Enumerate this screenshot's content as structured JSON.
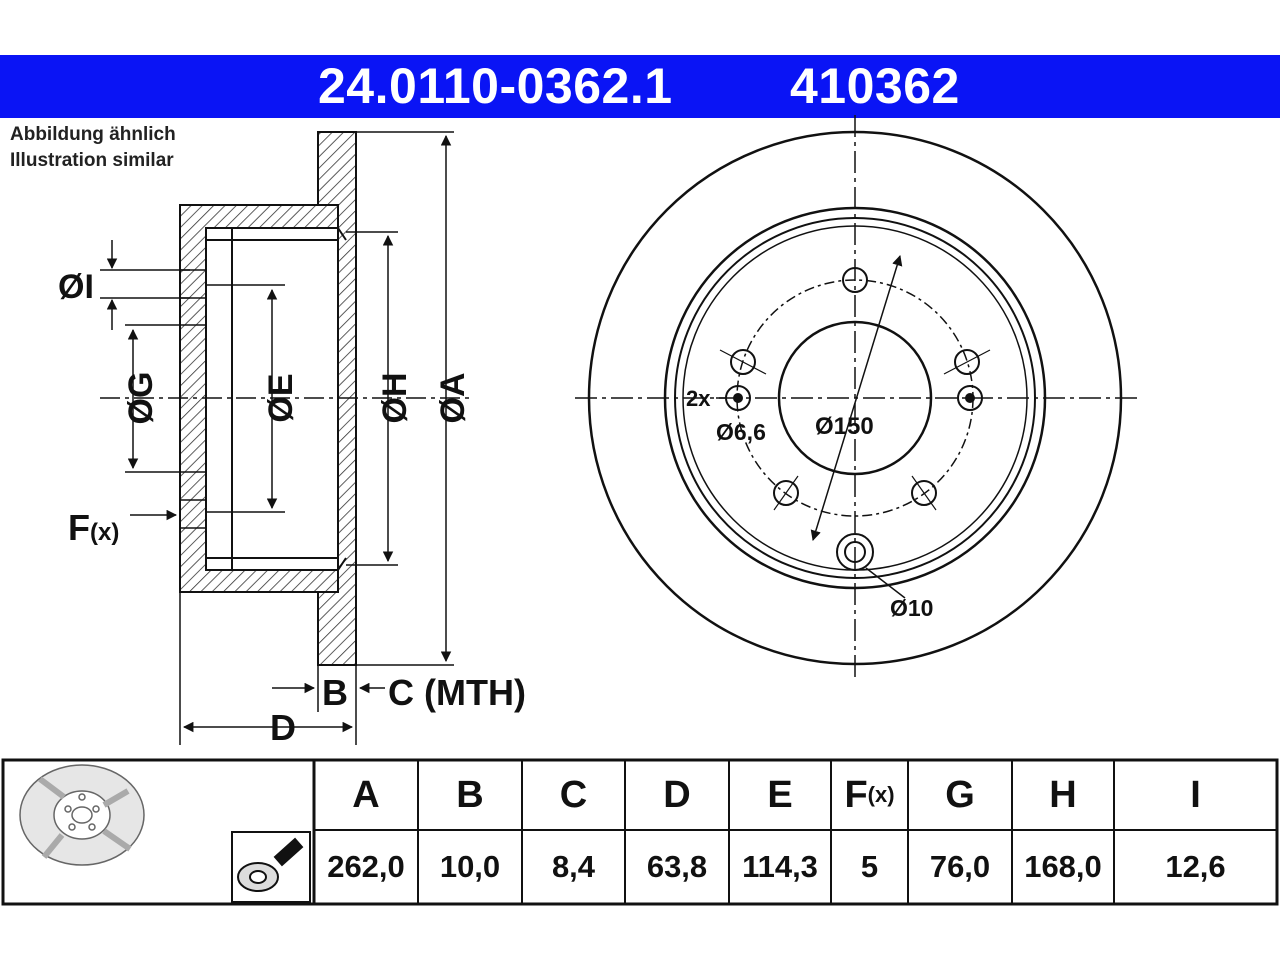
{
  "header": {
    "part_number": "24.0110-0362.1",
    "ref_number": "410362"
  },
  "notes": {
    "de": "Abbildung ähnlich",
    "en": "Illustration similar"
  },
  "side_view": {
    "labels": {
      "I": "ØI",
      "G": "ØG",
      "E": "ØE",
      "H": "ØH",
      "A": "ØA",
      "F": "F",
      "F_suffix": "(x)",
      "B": "B",
      "C": "C (MTH)",
      "D": "D"
    }
  },
  "front_view": {
    "labels": {
      "bolt_count": "2x",
      "bolt_dia": "Ø6,6",
      "pcd": "Ø150",
      "hole_dia": "Ø10"
    }
  },
  "spec_table": {
    "columns": [
      {
        "key": "A",
        "label": "A",
        "value": "262,0"
      },
      {
        "key": "B",
        "label": "B",
        "value": "10,0"
      },
      {
        "key": "C",
        "label": "C",
        "value": "8,4"
      },
      {
        "key": "D",
        "label": "D",
        "value": "63,8"
      },
      {
        "key": "E",
        "label": "E",
        "value": "114,3"
      },
      {
        "key": "F",
        "label": "F",
        "label_suffix": "(x)",
        "value": "5"
      },
      {
        "key": "G",
        "label": "G",
        "value": "76,0"
      },
      {
        "key": "H",
        "label": "H",
        "value": "168,0"
      },
      {
        "key": "I",
        "label": "I",
        "value": "12,6"
      }
    ],
    "icons": [
      "brake-disc-icon",
      "torque-wrench-icon"
    ]
  },
  "colors": {
    "header_bg": "#0a14f5",
    "header_text": "#ffffff",
    "line": "#111111"
  }
}
